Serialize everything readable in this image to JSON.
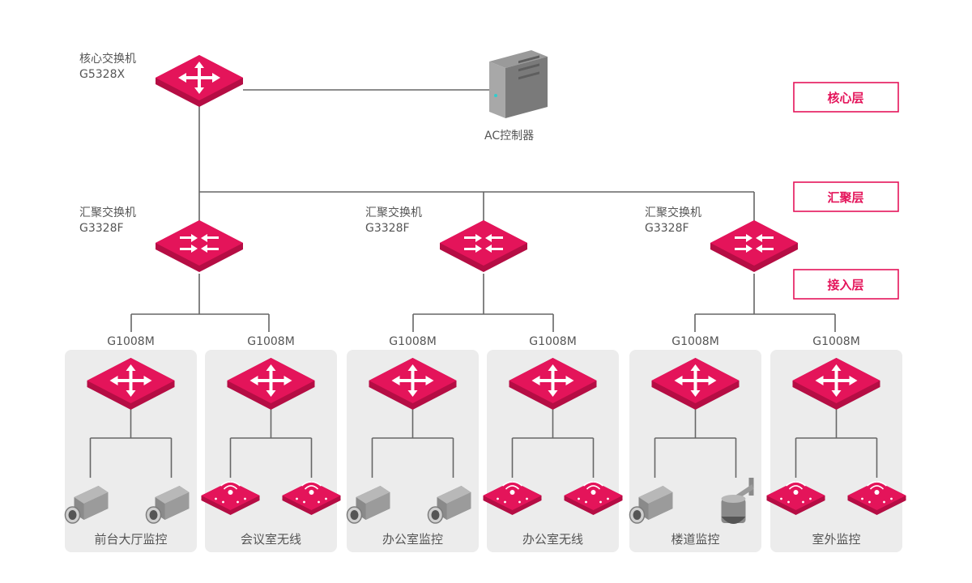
{
  "core": {
    "name": "核心交换机",
    "model": "G5328X"
  },
  "controller": {
    "name": "AC控制器"
  },
  "layers": {
    "core": "核心层",
    "aggregation": "汇聚层",
    "access": "接入层"
  },
  "aggregation": [
    {
      "name": "汇聚交换机",
      "model": "G3328F"
    },
    {
      "name": "汇聚交换机",
      "model": "G3328F"
    },
    {
      "name": "汇聚交换机",
      "model": "G3328F"
    }
  ],
  "access_groups": [
    {
      "model": "G1008M",
      "label": "前台大厅监控",
      "devices": [
        "camera",
        "camera"
      ]
    },
    {
      "model": "G1008M",
      "label": "会议室无线",
      "devices": [
        "ap",
        "ap"
      ]
    },
    {
      "model": "G1008M",
      "label": "办公室监控",
      "devices": [
        "camera",
        "camera"
      ]
    },
    {
      "model": "G1008M",
      "label": "办公室无线",
      "devices": [
        "ap",
        "ap"
      ]
    },
    {
      "model": "G1008M",
      "label": "楼道监控",
      "devices": [
        "camera",
        "dome"
      ]
    },
    {
      "model": "G1008M",
      "label": "室外监控",
      "devices": [
        "ap",
        "ap"
      ]
    }
  ],
  "colors": {
    "accent": "#e4145a",
    "panel": "#ececec",
    "line": "#666666"
  }
}
